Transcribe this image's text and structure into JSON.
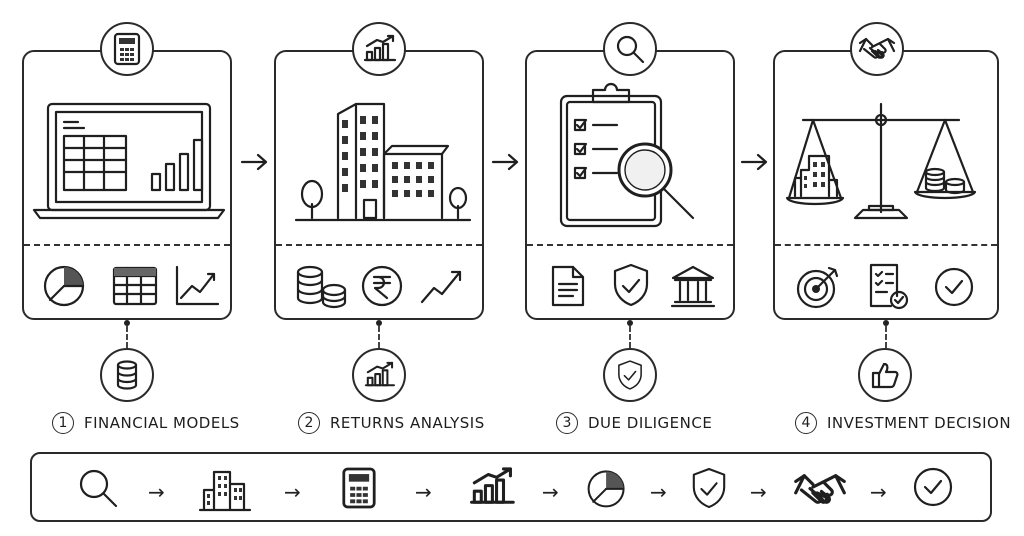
{
  "steps": [
    {
      "number": "1",
      "title": "FINANCIAL MODELS"
    },
    {
      "number": "2",
      "title": "RETURNS ANALYSIS"
    },
    {
      "number": "3",
      "title": "DUE DILIGENCE"
    },
    {
      "number": "4",
      "title": "INVESTMENT DECISION"
    }
  ],
  "arrow_glyph": "→",
  "icons": {
    "card1_badge": "calculator-icon",
    "card2_badge": "growth-chart-icon",
    "card3_badge": "magnifier-icon",
    "card4_badge": "handshake-icon",
    "card1_main": "laptop-spreadsheet-icon",
    "card2_main": "buildings-icon",
    "card3_main": "clipboard-checklist-icon",
    "card4_main": "balance-scale-icon",
    "card1_bottom": [
      "pie-chart-icon",
      "spreadsheet-icon",
      "line-chart-icon"
    ],
    "card2_bottom": [
      "coins-icon",
      "rupee-icon",
      "trend-up-icon"
    ],
    "card3_bottom": [
      "document-icon",
      "shield-check-icon",
      "bank-icon"
    ],
    "card4_bottom": [
      "target-icon",
      "checklist-icon",
      "check-circle-icon"
    ],
    "below_badges": [
      "database-icon",
      "growth-chart-icon",
      "shield-check-icon",
      "thumbs-up-icon"
    ],
    "bottom_bar": [
      "magnifier-icon",
      "buildings-icon",
      "calculator-icon",
      "growth-chart-icon",
      "pie-chart-icon",
      "shield-check-icon",
      "handshake-icon",
      "check-circle-icon"
    ]
  }
}
